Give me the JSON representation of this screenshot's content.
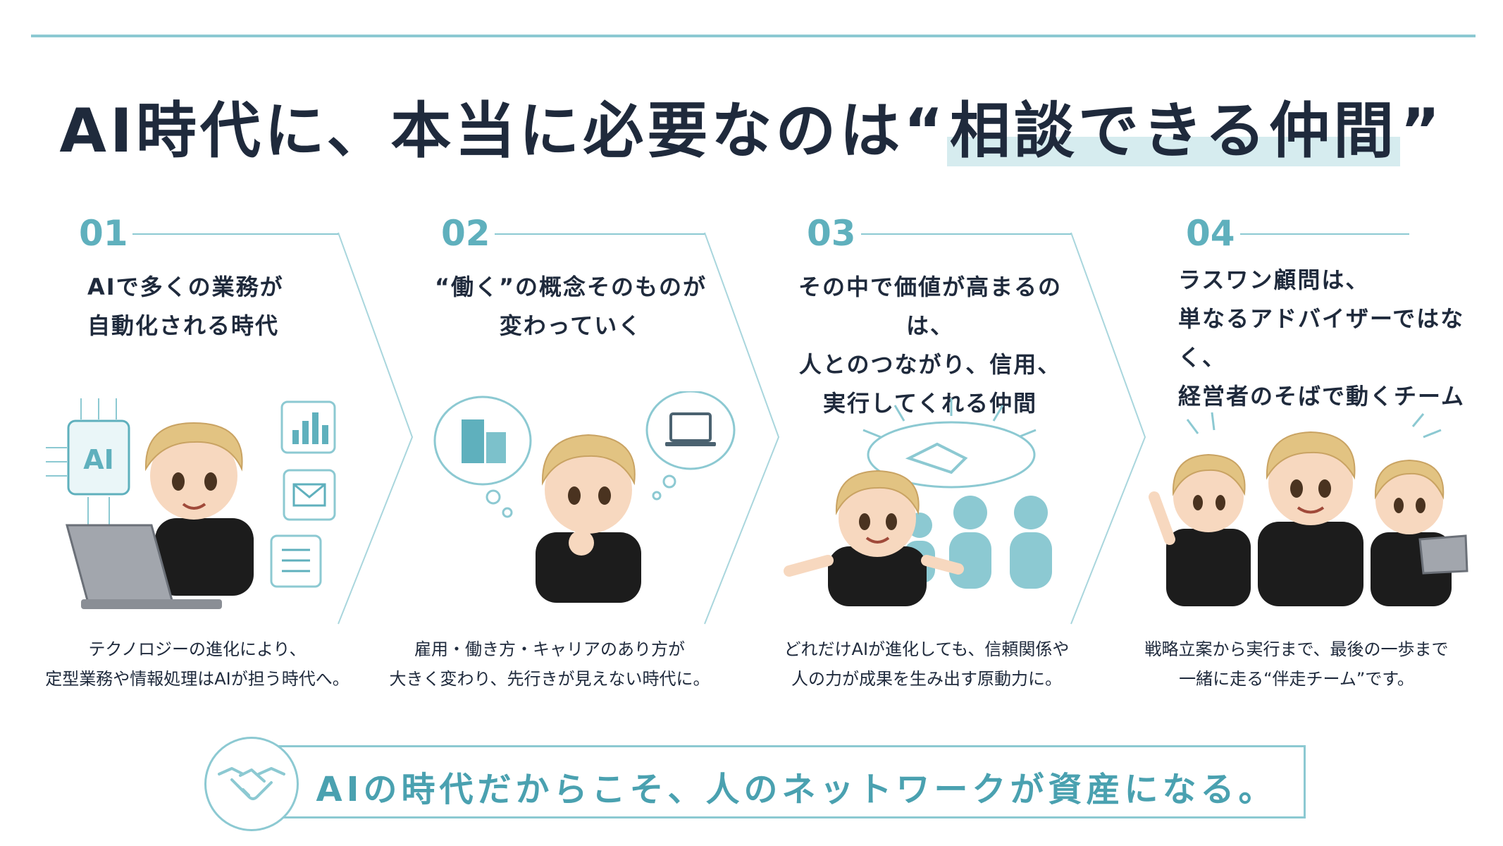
{
  "title": {
    "prefix": "AI時代に、本当に必要なのは“",
    "highlight": "相談できる仲間",
    "suffix": "”"
  },
  "steps": [
    {
      "number": "01",
      "heading_lines": [
        "AIで多くの業務が",
        "自動化される時代"
      ],
      "description_lines": [
        "テクノロジーの進化により、",
        "定型業務や情報処理はAIが担う時代へ。"
      ],
      "chip_label": "AI",
      "icons": [
        "chart-icon",
        "mail-icon",
        "document-icon"
      ]
    },
    {
      "number": "02",
      "heading_lines": [
        "“働く”の概念そのものが",
        "変わっていく"
      ],
      "description_lines": [
        "雇用・働き方・キャリアのあり方が",
        "大きく変わり、先行きが見えない時代に。"
      ],
      "icons": [
        "building-icon",
        "laptop-icon"
      ]
    },
    {
      "number": "03",
      "heading_lines": [
        "その中で価値が高まるのは、",
        "人とのつながり、信用、",
        "実行してくれる仲間"
      ],
      "description_lines": [
        "どれだけAIが進化しても、信頼関係や",
        "人の力が成果を生み出す原動力に。"
      ],
      "icons": [
        "handshake-icon",
        "people-icon"
      ]
    },
    {
      "number": "04",
      "heading_lines": [
        "ラスワン顧問は、",
        "単なるアドバイザーではなく、",
        "経営者のそばで動くチーム"
      ],
      "description_lines": [
        "戦略立案から実行まで、最後の一歩まで",
        "一緒に走る“伴走チーム”です。"
      ],
      "icons": [
        "team-icon"
      ]
    }
  ],
  "footer": {
    "text": "AIの時代だからこそ、人のネットワークが資産になる。",
    "icon": "handshake-icon"
  },
  "colors": {
    "accent": "#5fb0bd",
    "line": "#8cc9d2",
    "text": "#1f2a3c",
    "hair": "#e2c382",
    "shirt": "#1c1c1c",
    "skin": "#f7d8bf"
  }
}
